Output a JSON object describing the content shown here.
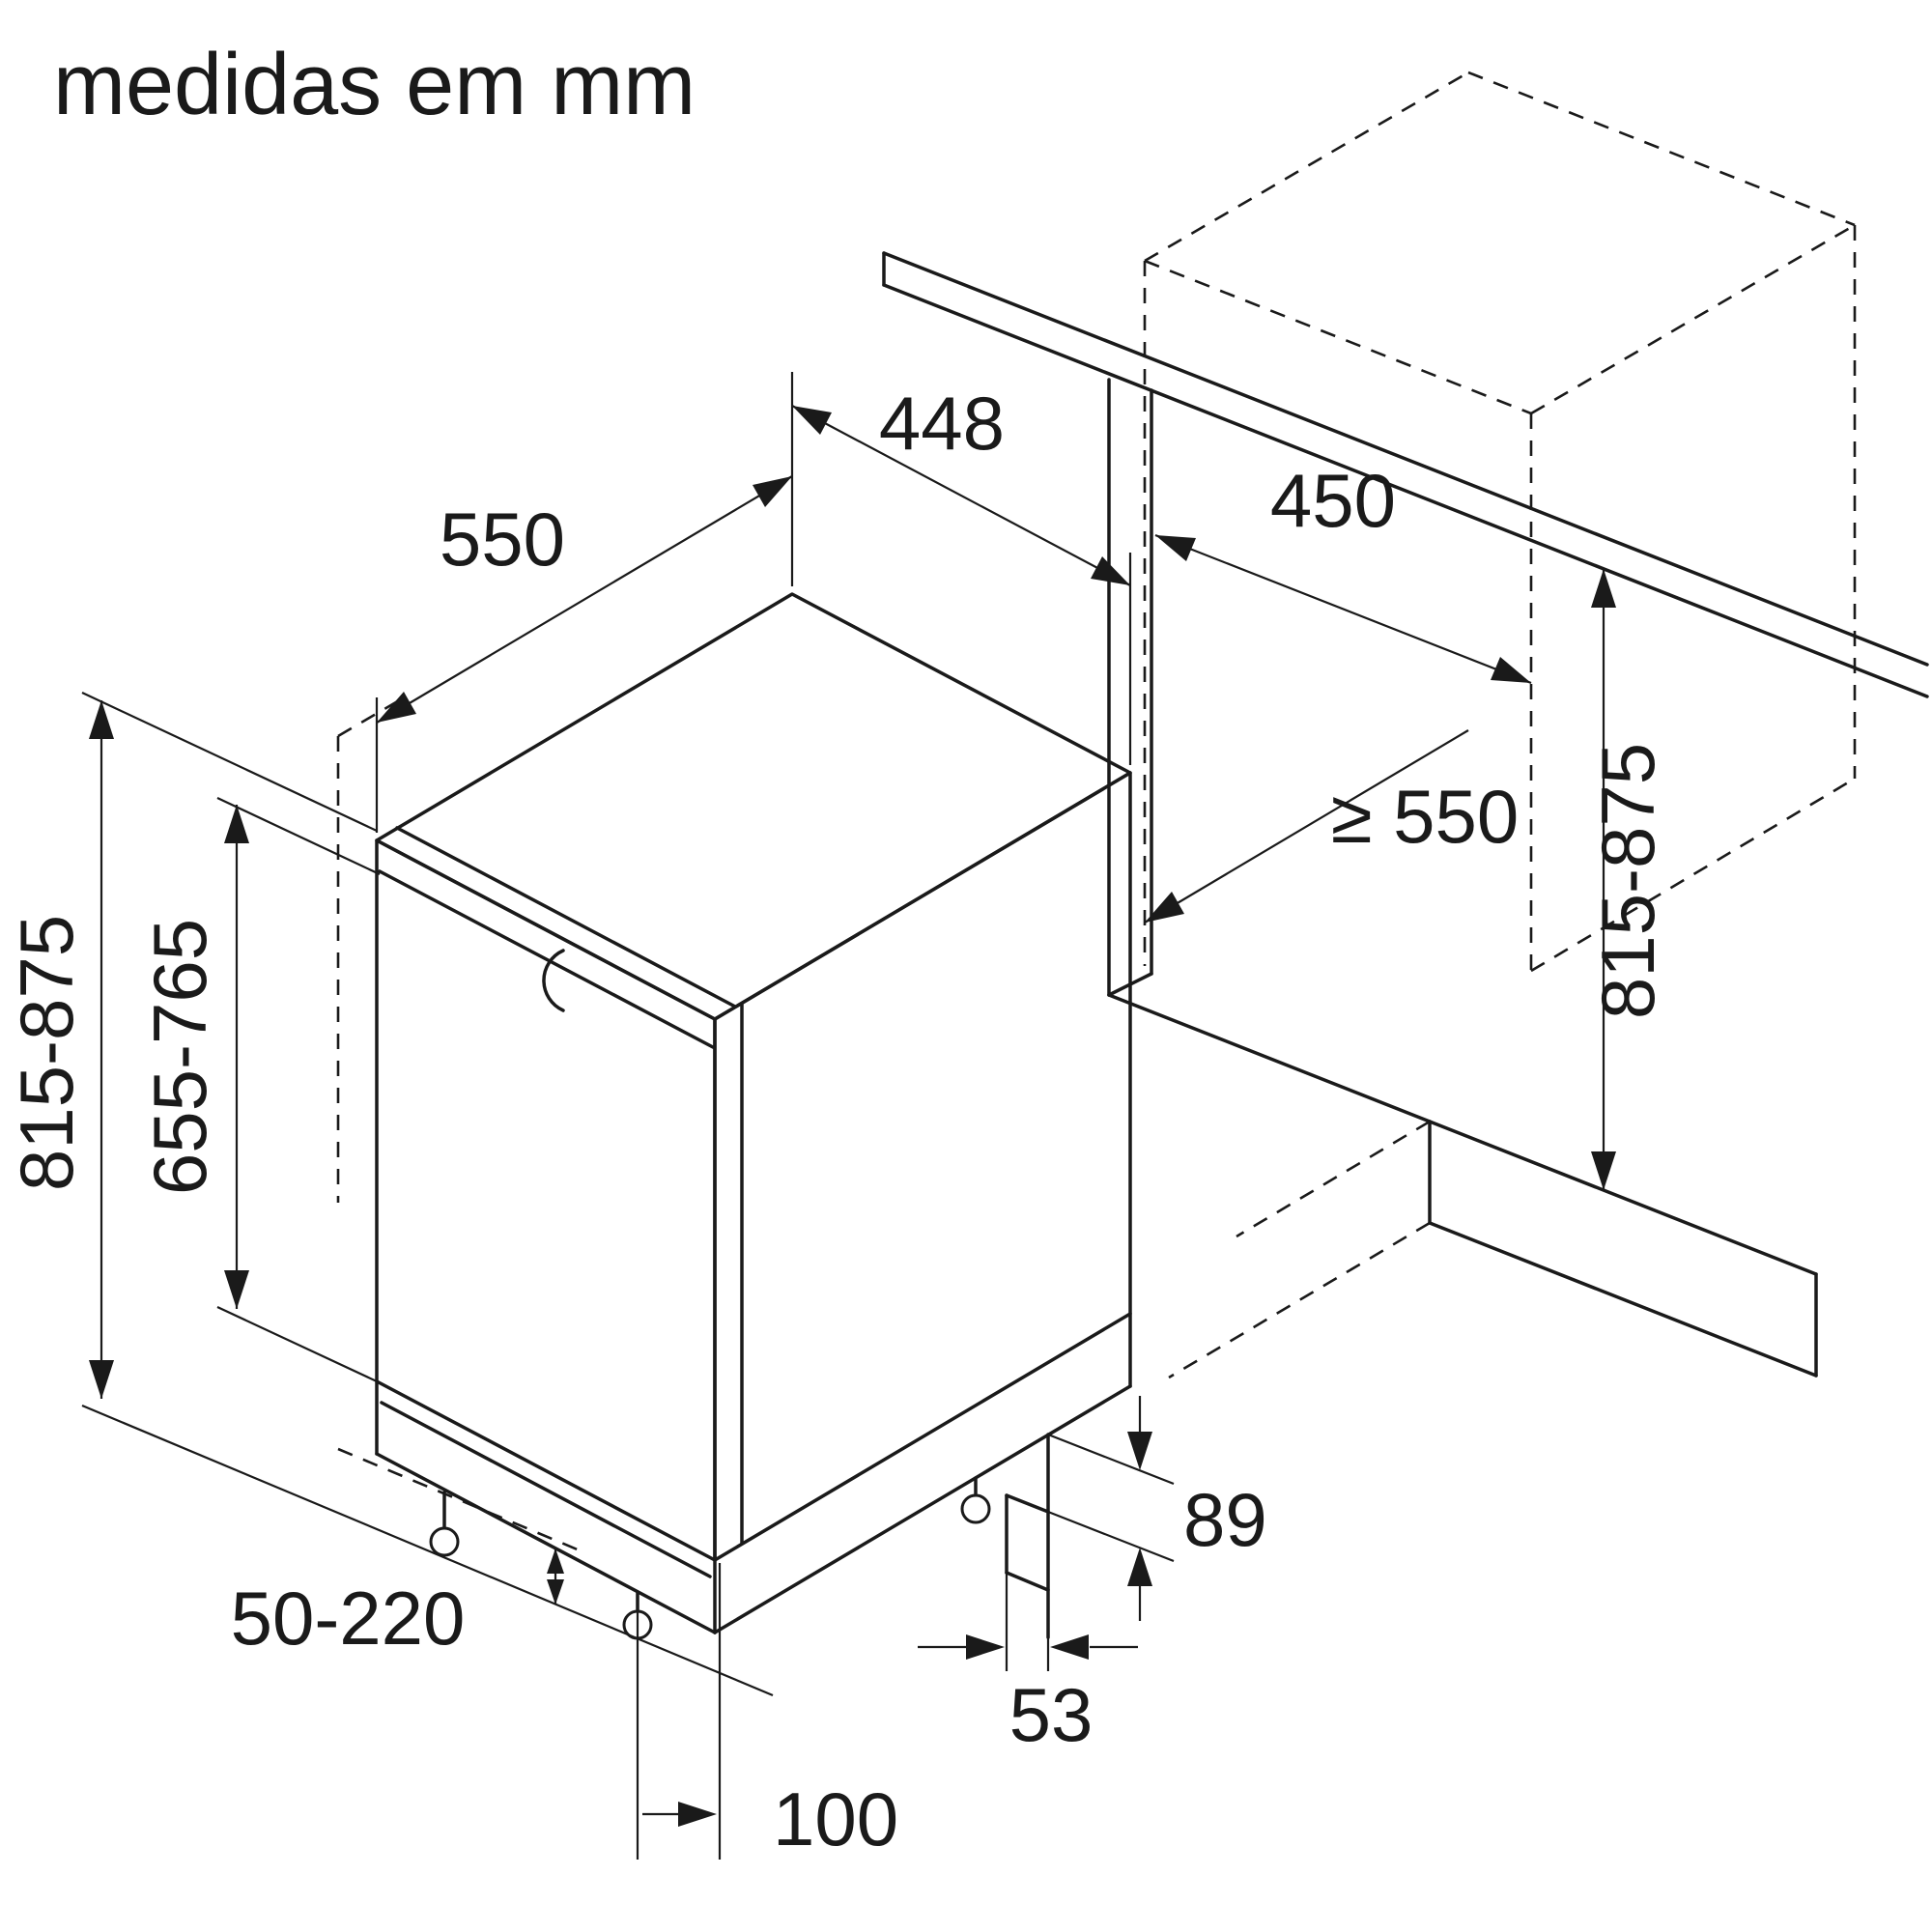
{
  "title": "medidas em mm",
  "dimensions": {
    "appliance_depth": "550",
    "appliance_width": "448",
    "niche_width": "450",
    "niche_depth_min": "≥ 550",
    "appliance_height_range": "815-875",
    "door_height_range": "655-765",
    "niche_height_range": "815-875",
    "rear_step_height": "89",
    "rear_step_width": "53",
    "leg_adjust_range": "50-220",
    "plinth_recess": "100"
  },
  "colors": {
    "line": "#1a1a1a",
    "background": "#ffffff"
  }
}
